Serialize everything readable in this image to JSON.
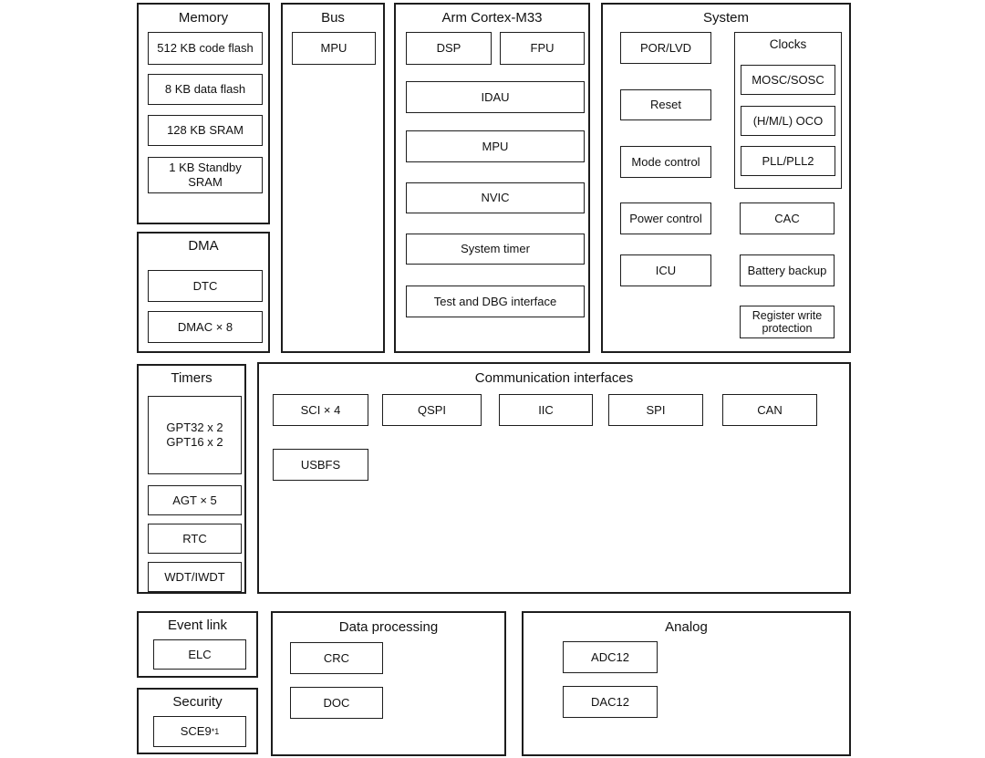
{
  "colors": {
    "background": "#ffffff",
    "border": "#1d1d1d",
    "text": "#111111"
  },
  "sections": {
    "memory": {
      "title": "Memory",
      "items": [
        "512 KB code flash",
        "8 KB data flash",
        "128 KB SRAM",
        "1 KB Standby SRAM"
      ]
    },
    "dma": {
      "title": "DMA",
      "items": [
        "DTC",
        "DMAC × 8"
      ]
    },
    "bus": {
      "title": "Bus",
      "items": [
        "MPU"
      ]
    },
    "arm_cortex_m33": {
      "title": "Arm Cortex-M33",
      "items": [
        "DSP",
        "FPU",
        "IDAU",
        "MPU",
        "NVIC",
        "System timer",
        "Test and DBG interface"
      ]
    },
    "system": {
      "title": "System",
      "left_items": [
        "POR/LVD",
        "Reset",
        "Mode control",
        "Power control",
        "ICU"
      ],
      "clocks": {
        "title": "Clocks",
        "items": [
          "MOSC/SOSC",
          "(H/M/L) OCO",
          "PLL/PLL2"
        ]
      },
      "right_items": [
        "CAC",
        "Battery backup",
        "Register write protection"
      ]
    },
    "timers": {
      "title": "Timers",
      "gpt_line1": "GPT32 x 2",
      "gpt_line2": "GPT16 x 2",
      "items": [
        "AGT × 5",
        "RTC",
        "WDT/IWDT"
      ]
    },
    "communication": {
      "title": "Communication interfaces",
      "row1": [
        "SCI × 4",
        "QSPI",
        "IIC",
        "SPI",
        "CAN"
      ],
      "row2": [
        "USBFS"
      ]
    },
    "event_link": {
      "title": "Event link",
      "items": [
        "ELC"
      ]
    },
    "security": {
      "title": "Security",
      "block_label": "SCE9",
      "block_superscript": "*1"
    },
    "data_processing": {
      "title": "Data processing",
      "items": [
        "CRC",
        "DOC"
      ]
    },
    "analog": {
      "title": "Analog",
      "items": [
        "ADC12",
        "DAC12"
      ]
    }
  }
}
